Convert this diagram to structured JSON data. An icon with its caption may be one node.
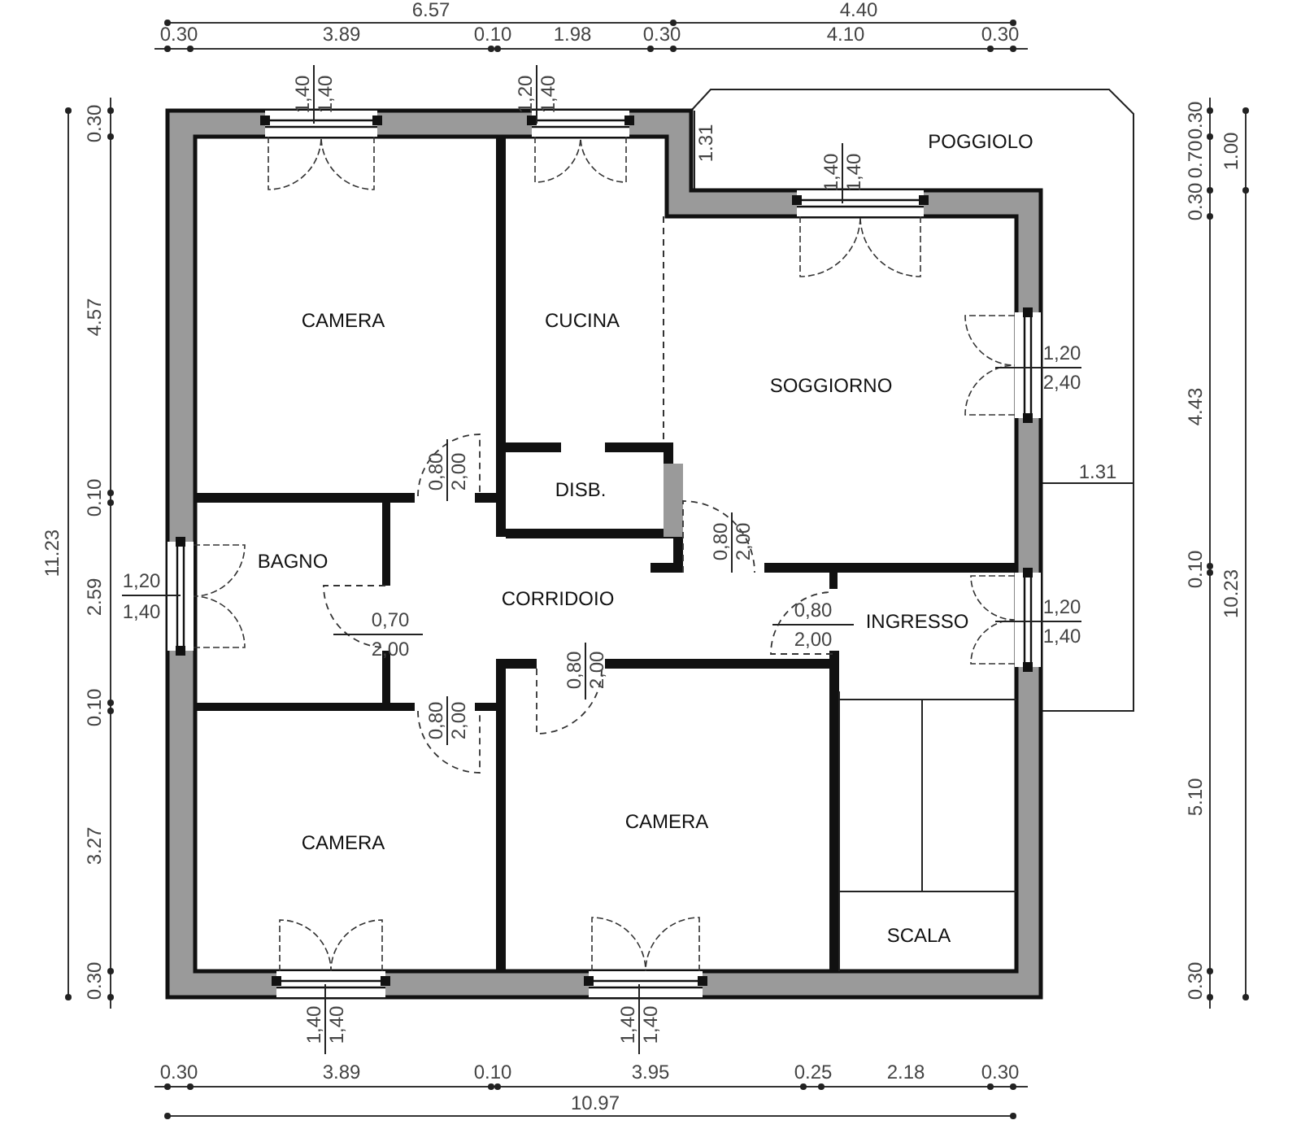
{
  "diagram": {
    "nodes": [
      {
        "text": [
          "CAMERA"
        ]
      },
      {
        "text": [
          "CUCINA"
        ]
      },
      {
        "text": [
          "POGGIOLO"
        ]
      },
      {
        "text": [
          "SOGGIORNO"
        ]
      },
      {
        "text": [
          "DISB."
        ]
      },
      {
        "text": [
          "BAGNO"
        ]
      },
      {
        "text": [
          "CORRIDOIO"
        ]
      },
      {
        "text": [
          "INGRESSO"
        ]
      },
      {
        "text": [
          "CAMERA"
        ]
      },
      {
        "text": [
          "CAMERA"
        ]
      },
      {
        "text": [
          "SCALA"
        ]
      }
    ],
    "labels": [
      "6.57",
      "4.40",
      "0.30",
      "3.89",
      "0.10",
      "1.98",
      "0.30",
      "4.10",
      "0.30",
      "1,40",
      "1,40",
      "1,20",
      "1,40",
      "1.31",
      "0.30",
      "0.70",
      "0.30",
      "1.00",
      "1,40",
      "1,40",
      "0.30",
      "4.57",
      "11.23",
      "1,20",
      "2,40",
      "4.43",
      "1.31",
      "0,80",
      "2,00",
      "0.10",
      "0,80",
      "2,00",
      "0.10",
      "10.23",
      "1,20",
      "1,40",
      "2.59",
      "0,70",
      "2,00",
      "0,80",
      "2,00",
      "1,20",
      "1,40",
      "0,80",
      "2,00",
      "0.10",
      "0,80",
      "2,00",
      "5.10",
      "3.27",
      "0.30",
      "0.30",
      "1,40",
      "1,40",
      "1,40",
      "1,40",
      "0.30",
      "3.89",
      "0.10",
      "3.95",
      "0.25",
      "2.18",
      "0.30",
      "10.97"
    ]
  }
}
